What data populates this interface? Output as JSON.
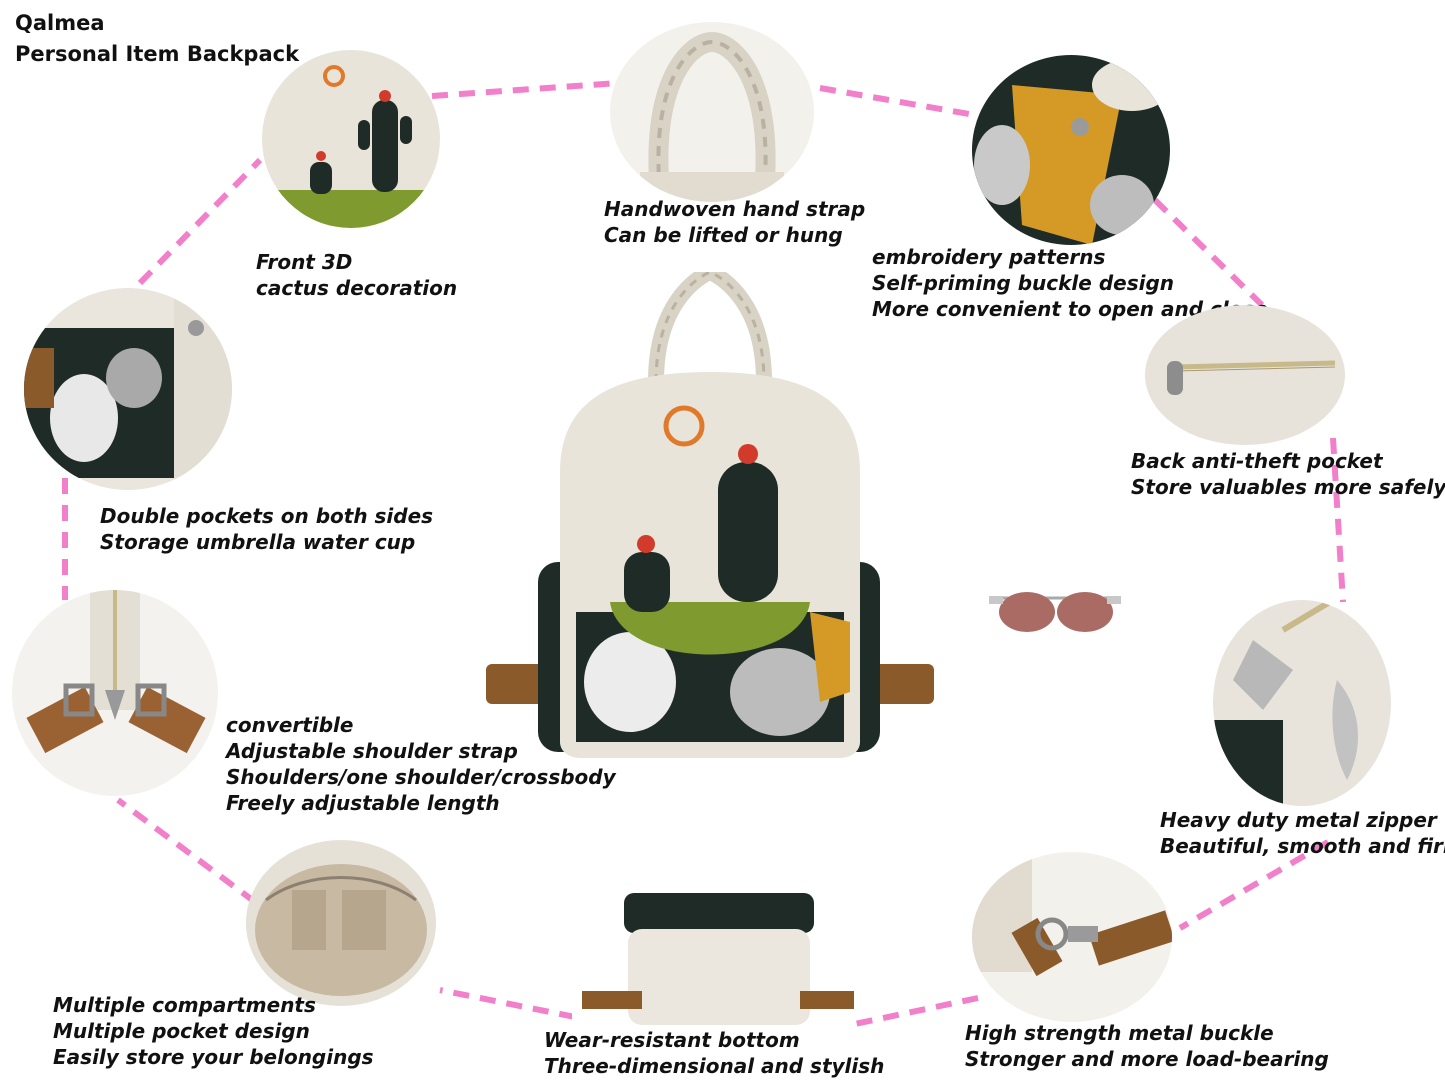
{
  "brand": {
    "line1": "Qalmea",
    "line2": "Personal Item Backpack"
  },
  "features": {
    "cactus": {
      "line1": "Front 3D",
      "line2": "cactus decoration"
    },
    "strap": {
      "line1": "Handwoven hand strap",
      "line2": "Can be lifted or hung"
    },
    "buckle": {
      "line1": "embroidery patterns",
      "line2": "Self-priming buckle design",
      "line3": "More convenient to open and close"
    },
    "pockets": {
      "line1": "Double pockets on both sides",
      "line2": "Storage umbrella water cup"
    },
    "antitheft": {
      "line1": "Back anti-theft pocket",
      "line2": "Store valuables more safely"
    },
    "shoulder": {
      "line1": "convertible",
      "line2": "Adjustable shoulder strap",
      "line3": "Shoulders/one shoulder/crossbody",
      "line4": "Freely adjustable length"
    },
    "zipper": {
      "line1": "Heavy duty metal zipper",
      "line2": "Beautiful, smooth and firm"
    },
    "compartments": {
      "line1": "Multiple compartments",
      "line2": "Multiple pocket design",
      "line3": "Easily store your belongings"
    },
    "bottom": {
      "line1": "Wear-resistant bottom",
      "line2": "Three-dimensional and stylish"
    },
    "metalbuckle": {
      "line1": "High strength metal buckle",
      "line2": "Stronger and more load-bearing"
    }
  },
  "colors": {
    "connector": "#f27fc9",
    "canvas": "#e9e4da",
    "cactus": "#1f2b26",
    "olive": "#7f9a2f",
    "sun": "#e07a2a",
    "strap": "#8b5a2b"
  }
}
